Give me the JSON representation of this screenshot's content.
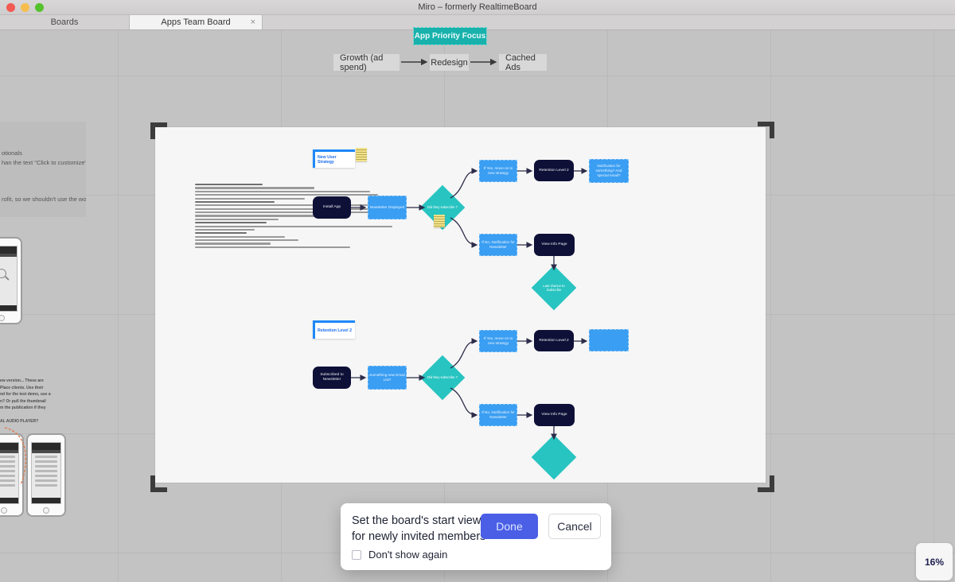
{
  "window": {
    "title": "Miro – formerly RealtimeBoard"
  },
  "tabs": {
    "boards_label": "Boards",
    "active_label": "Apps Team Board",
    "close_glyph": "×"
  },
  "board": {
    "frame_title": "App Priority Focus",
    "top_flow": {
      "step1": "Growth (ad spend)",
      "step2": "Redesign",
      "step3": "Cached Ads"
    }
  },
  "flow1": {
    "strategy_card": "New User Strategy",
    "install": "Install App",
    "newsletter": "Newsletter Displayed",
    "decision": "Did they subscribe ?",
    "yes_branch": "If Yes, move on to new strategy",
    "retention": "Retention Level 2",
    "notification": "Notification for something? And special email?",
    "no_branch": "If No, Notification for Newsletter",
    "view_info": "View Info Page",
    "last_chance": "Last chance to Subscribe"
  },
  "flow2": {
    "strategy_card": "Retention Level 2",
    "subscribed": "Subscribed to Newsletter",
    "email_list": "Something new Email List?",
    "decision": "Did they subscribe ?",
    "yes_branch": "If Yes, move on to new strategy",
    "retention": "Retention Level 2",
    "empty_blue": "",
    "no_branch": "If No, Notification for Newsletter",
    "view_info": "View Info Page",
    "empty_diamond": ""
  },
  "left_notes": {
    "line1": "otionals",
    "line2": "han the text \"Click to customize\"",
    "line3": "rofit, so we shouldn't use the word",
    "mini_line1": "ew version... These are",
    "mini_line2": "Place clients. Use their",
    "mini_line3": "nd for the test demo, use a",
    "mini_line4": "n? Or pull the thumbnail",
    "mini_line5": "m the publication if they",
    "mini_line6": "AL AUDIO PLAYER?"
  },
  "dialog": {
    "message": "Set the board's start view for newly invited members",
    "done_label": "Done",
    "cancel_label": "Cancel",
    "checkbox_label": "Don't show again",
    "checkbox_checked": false
  },
  "zoom_level": "16%",
  "colors": {
    "teal_header": "#18b1ac",
    "teal_diamond": "#27c4c1",
    "blue_node": "#3a9ef2",
    "navy_node": "#0e1038",
    "card_accent": "#1e88f7",
    "done_button": "#4a5fe6",
    "canvas": "#c3c3c3"
  }
}
